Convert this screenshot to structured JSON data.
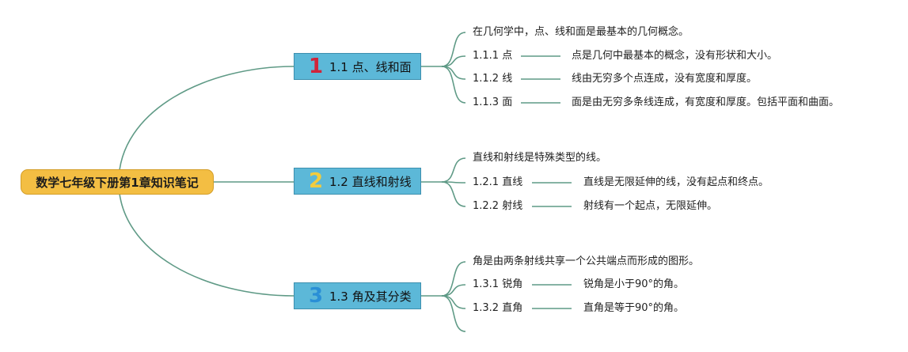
{
  "root": {
    "label": "数学七年级下册第1章知识笔记"
  },
  "branches": [
    {
      "num": "1",
      "num_color": "#d0243a",
      "label": "1.1 点、线和面",
      "intro": "在几何学中，点、线和面是最基本的几何概念。",
      "items": [
        {
          "label": "1.1.1 点",
          "desc": "点是几何中最基本的概念，没有形状和大小。"
        },
        {
          "label": "1.1.2 线",
          "desc": "线由无穷多个点连成，没有宽度和厚度。"
        },
        {
          "label": "1.1.3 面",
          "desc": "面是由无穷多条线连成，有宽度和厚度。包括平面和曲面。"
        }
      ]
    },
    {
      "num": "2",
      "num_color": "#f2cc3e",
      "label": "1.2 直线和射线",
      "intro": "直线和射线是特殊类型的线。",
      "items": [
        {
          "label": "1.2.1 直线",
          "desc": "直线是无限延伸的线，没有起点和终点。"
        },
        {
          "label": "1.2.2 射线",
          "desc": "射线有一个起点，无限延伸。"
        }
      ]
    },
    {
      "num": "3",
      "num_color": "#2a8fd6",
      "label": "1.3 角及其分类",
      "intro": "角是由两条射线共享一个公共端点而形成的图形。",
      "items": [
        {
          "label": "1.3.1 锐角",
          "desc": "锐角是小于90°的角。"
        },
        {
          "label": "1.3.2 直角",
          "desc": "直角是等于90°的角。"
        }
      ]
    }
  ]
}
